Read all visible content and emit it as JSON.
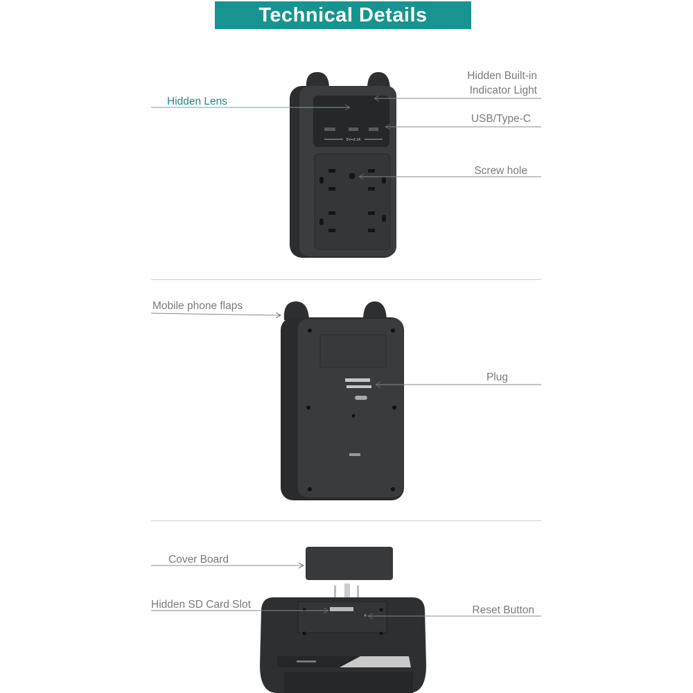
{
  "title": "Technical Details",
  "colors": {
    "banner": "#17948f",
    "label_teal": "#1d8c8a",
    "label_gray": "#7a7a7a",
    "device": "#3a3b3d"
  },
  "sections": [
    {
      "view": "front",
      "device_marking": "5V⎓2.1A",
      "labels": {
        "hidden_lens": "Hidden Lens",
        "indicator_line1": "Hidden Built-in",
        "indicator_line2": "Indicator Light",
        "usb": "USB/Type-C",
        "screw_hole": "Screw hole"
      }
    },
    {
      "view": "back",
      "labels": {
        "phone_flaps": "Mobile phone flaps",
        "plug": "Plug"
      }
    },
    {
      "view": "bottom",
      "labels": {
        "cover_board": "Cover Board",
        "sd_slot": "Hidden SD Card Slot",
        "reset": "Reset Button"
      }
    }
  ]
}
